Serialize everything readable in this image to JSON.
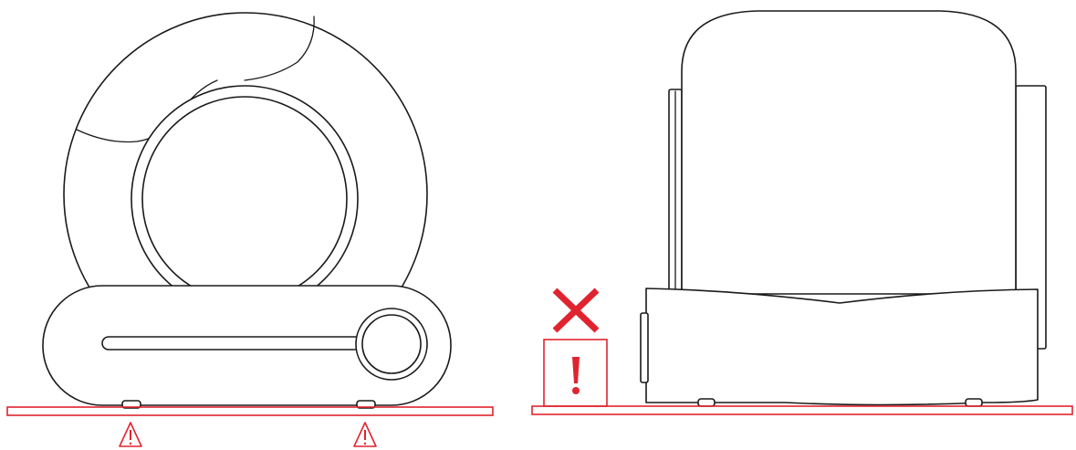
{
  "diagram": {
    "colors": {
      "line": "#1a1a1a",
      "warning": "#e0242f",
      "background": "#ffffff"
    },
    "left_panel": {
      "device": "litter-box-front-view",
      "surface": "flat-surface",
      "markers": [
        "warning-triangle-icon",
        "warning-triangle-icon"
      ]
    },
    "right_panel": {
      "device": "litter-box-side-view",
      "surface": "flat-surface",
      "obstacle": "raised-obstacle-block",
      "markers": [
        "cross-icon",
        "exclamation-icon"
      ]
    }
  }
}
